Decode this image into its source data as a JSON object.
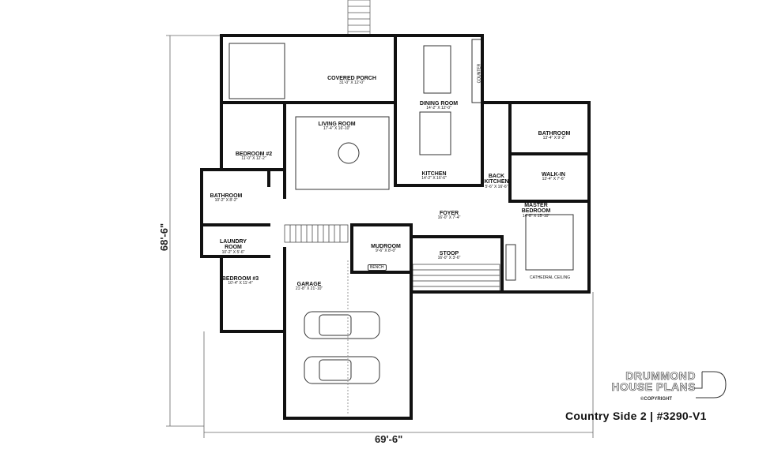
{
  "plan": {
    "rooms": {
      "covered_porch": {
        "name": "COVERED PORCH",
        "dim": "31'-0\" X 12'-0\""
      },
      "dining_room": {
        "name": "DINING ROOM",
        "dim": "14'-2\" X 12'-0\""
      },
      "living_room": {
        "name": "LIVING ROOM",
        "dim": "17'-4\" X 16'-10\""
      },
      "bedroom_2": {
        "name": "BEDROOM #2",
        "dim": "11'-0\" X 12'-2\""
      },
      "kitchen": {
        "name": "KITCHEN",
        "dim": "14'-2\" X 16'-6\""
      },
      "back_kitchen": {
        "name1": "BACK",
        "name2": "KITCHEN",
        "dim": "5'-6\" X 16'-6\""
      },
      "master_bathroom": {
        "name": "BATHROOM",
        "dim": "13'-4\" X 9'-2\""
      },
      "walk_in": {
        "name": "WALK-IN",
        "dim": "13'-4\" X 7'-6\""
      },
      "master_bedroom": {
        "name1": "MASTER",
        "name2": "BEDROOM",
        "dim": "14'-8\" X 15'-10\""
      },
      "bathroom": {
        "name": "BATHROOM",
        "dim": "10'-2\" X 8'-2\""
      },
      "laundry_room": {
        "name1": "LAUNDRY",
        "name2": "ROOM",
        "dim": "10'-2\" X 5'-6\""
      },
      "bedroom_3": {
        "name": "BEDROOM #3",
        "dim": "10'-4\" X 11'-4\""
      },
      "garage": {
        "name": "GARAGE",
        "dim": "21'-8\" X 21'-10\""
      },
      "mudroom": {
        "name": "MUDROOM",
        "dim": "9'-6\" X 8'-0\""
      },
      "foyer": {
        "name": "FOYER",
        "dim": "16'-0\" X 7'-4\""
      },
      "stoop": {
        "name": "STOOP",
        "dim": "16'-0\" X 3'-6\""
      }
    },
    "notes": {
      "counter": "COUNTER",
      "bench": "BENCH",
      "cathedral_ceiling": "CATHEDRAL CEILING"
    },
    "overall_depth": "68'-6\"",
    "overall_width": "69'-6\""
  },
  "branding": {
    "logo_line1": "DRUMMOND",
    "logo_line2": "HOUSE PLANS",
    "copyright": "©COPYRIGHT",
    "title": "Country Side 2 | #3290-V1"
  }
}
